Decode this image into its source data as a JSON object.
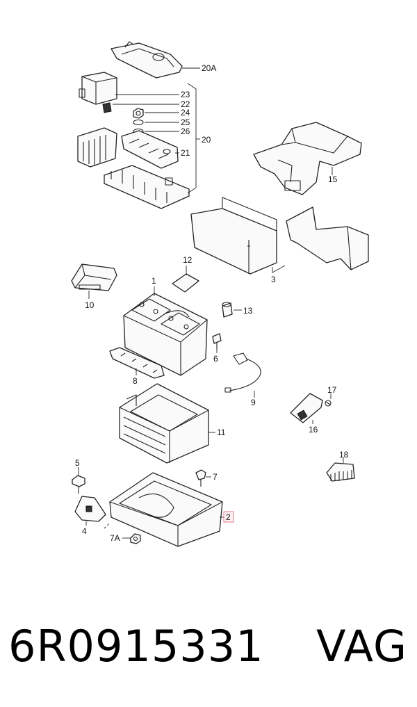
{
  "diagram": {
    "callouts": {
      "c20A": "20A",
      "c23": "23",
      "c22": "22",
      "c24": "24",
      "c25": "25",
      "c26": "26",
      "c21": "21",
      "c20": "20",
      "c15": "15",
      "c3": "3",
      "c12": "12",
      "c1": "1",
      "c13": "13",
      "c10": "10",
      "c6": "6",
      "c8": "8",
      "c9": "9",
      "c17": "17",
      "c16": "16",
      "c11": "11",
      "c18": "18",
      "c5": "5",
      "c7": "7",
      "c2": "2",
      "c4": "4",
      "c7A": "7A"
    },
    "highlight_color": "#e07a8a"
  },
  "footer": {
    "part_number": "6R0915331",
    "brand": "VAG"
  }
}
